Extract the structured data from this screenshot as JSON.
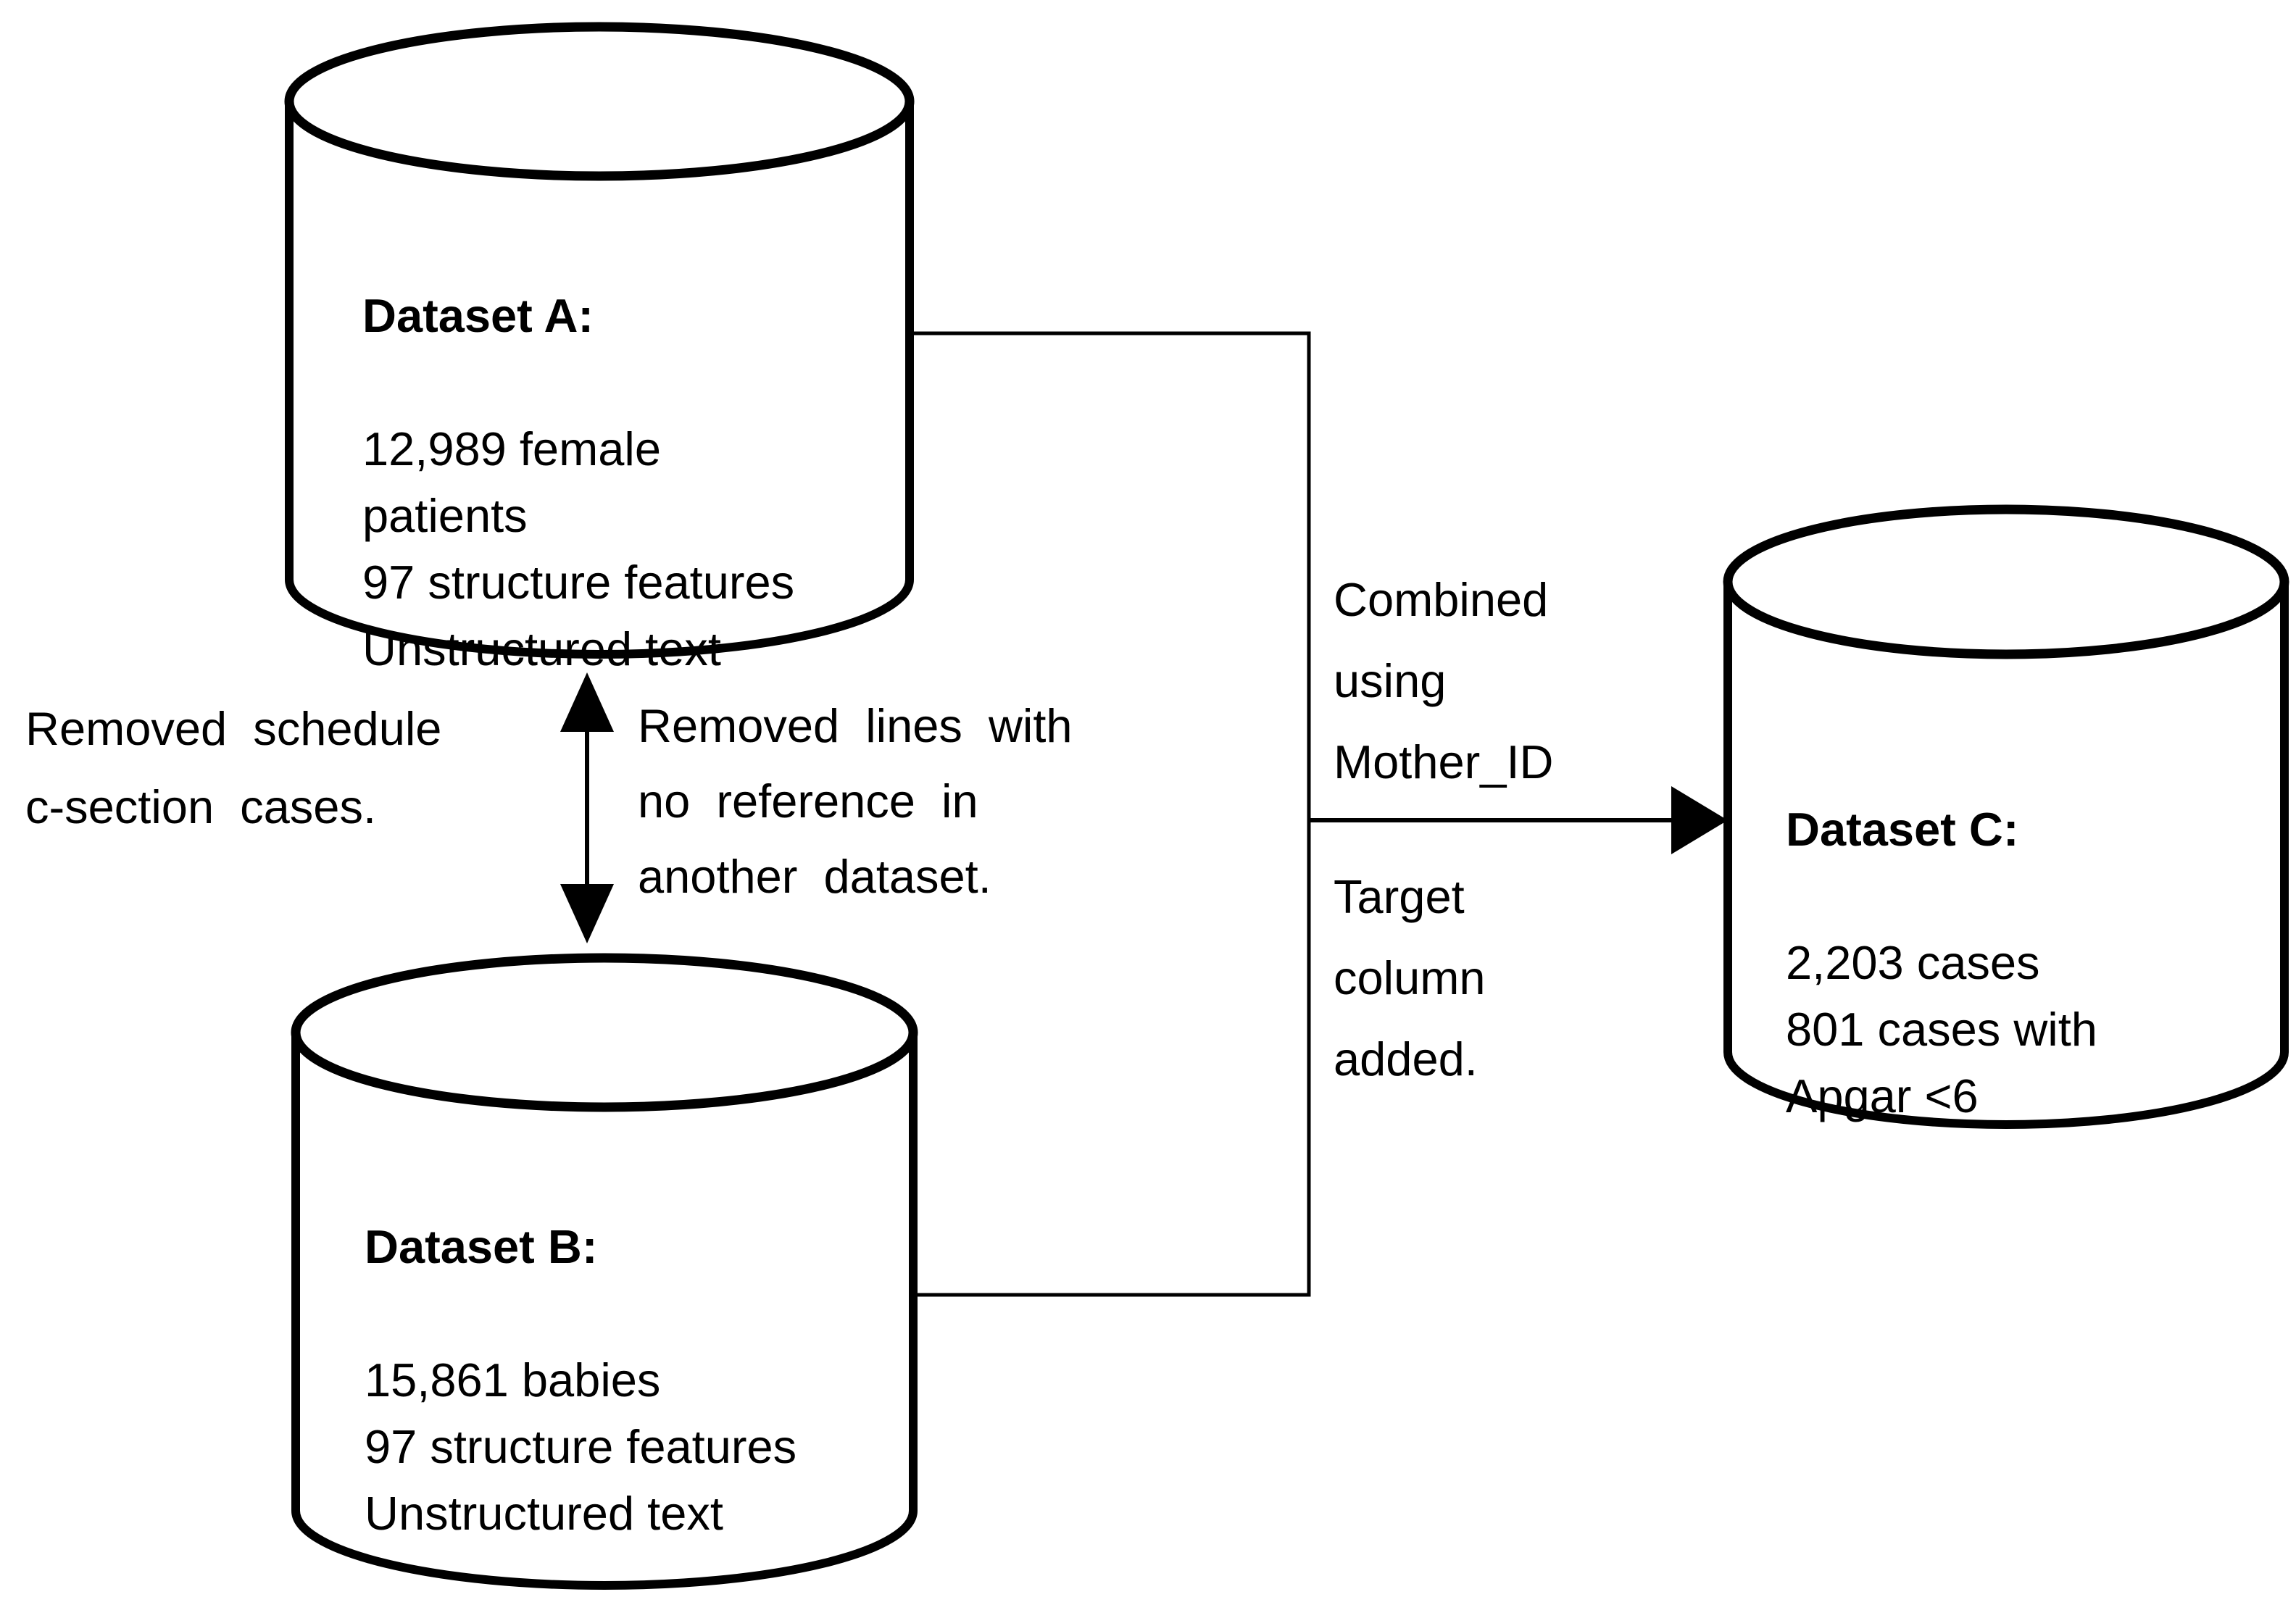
{
  "colors": {
    "line": "#000000",
    "fill": "#ffffff",
    "text": "#000000",
    "background": "#ffffff"
  },
  "datasets": {
    "a": {
      "title": "Dataset A:",
      "details": "12,989 female\npatients\n97 structure features\nUnstructured text"
    },
    "b": {
      "title": "Dataset B:",
      "details": "15,861 babies\n97 structure features\nUnstructured text"
    },
    "c": {
      "title": "Dataset C:",
      "details": "2,203 cases\n801 cases with\nApgar <6"
    }
  },
  "labels": {
    "removed_schedule": "Removed schedule\nc-section cases.",
    "removed_lines": "Removed lines with\nno reference in\nanother dataset.",
    "combined": "Combined\nusing\nMother_ID",
    "target": "Target\ncolumn\nadded."
  }
}
